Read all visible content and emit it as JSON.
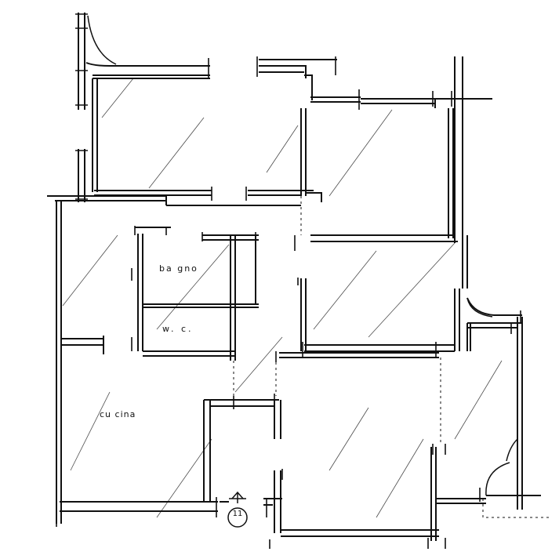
{
  "plan": {
    "rooms": {
      "bagno": "ba gno",
      "wc": "w. c.",
      "cucina": "cu cina"
    },
    "entrance_number": "11"
  },
  "colors": {
    "ink": "#111111",
    "paper": "#ffffff"
  }
}
